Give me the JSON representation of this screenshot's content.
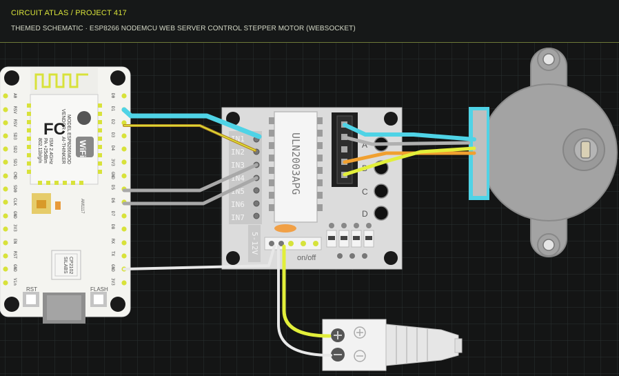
{
  "header": {
    "breadcrumb": "CIRCUIT ATLAS / PROJECT 417",
    "subtitle": "THEMED SCHEMATIC · ESP8266 NODEMCU WEB SERVER CONTROL STEPPER MOTOR (WEBSOCKET)"
  },
  "nodemcu": {
    "chip_lines": [
      "MODEL",
      "VENDOR",
      "ESP8266MOD",
      "AI-THINKER",
      "ISM 2.4GHz",
      "PA +25dBm",
      "802.11b/g/n"
    ],
    "wifi_logo": "WiFi",
    "fcc_logo": "FC",
    "usb_chip_lines": [
      "SILABS",
      "CP2102"
    ],
    "regulator": "AM1117",
    "rst_label": "RST",
    "flash_label": "FLASH",
    "right_pins": [
      "D0",
      "D1",
      "D2",
      "D3",
      "D4",
      "3V3",
      "GND",
      "D5",
      "D6",
      "D7",
      "D8",
      "RX",
      "TX",
      "GND",
      "3V3"
    ],
    "left_pins": [
      "A0",
      "RSV",
      "RSV",
      "SD3",
      "SD2",
      "SD1",
      "CMD",
      "SD0",
      "CLK",
      "GND",
      "3V3",
      "EN",
      "RST",
      "GND",
      "Vin"
    ]
  },
  "driver": {
    "chip_label": "ULN2003APG",
    "inputs": [
      "IN1",
      "IN2",
      "IN3",
      "IN4",
      "IN5",
      "IN6",
      "IN7"
    ],
    "power_label": "5-12V",
    "switch_label": "on/off",
    "led_labels": [
      "A",
      "B",
      "C",
      "D"
    ]
  },
  "colors": {
    "wire_cyan": "#4fd3e6",
    "wire_yellow": "#e2ef3a",
    "wire_orange": "#f0a030",
    "wire_gray": "#a8a8a8",
    "wire_white": "#e8e8e8",
    "grid": "#2b3232"
  }
}
